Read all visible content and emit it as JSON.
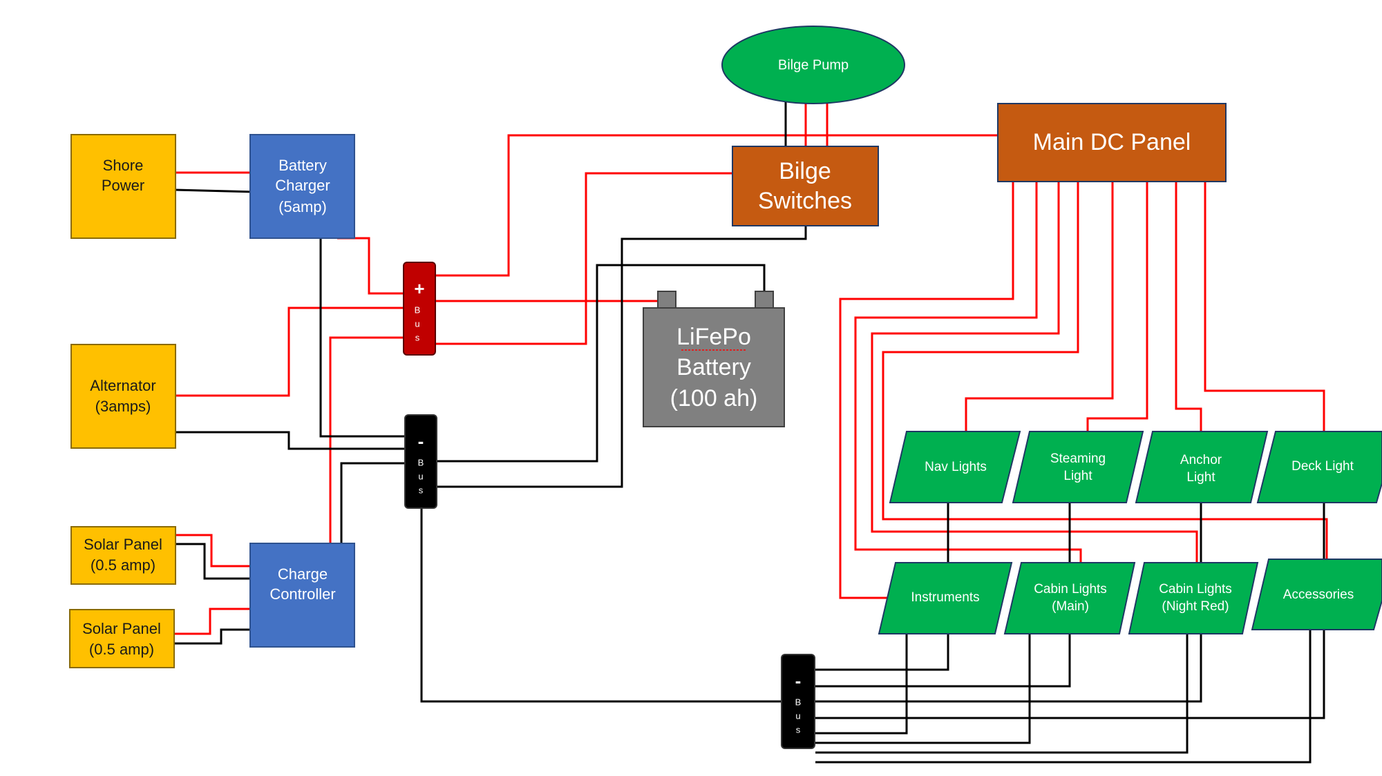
{
  "colors": {
    "source": "#ffc000",
    "converter": "#4472c4",
    "switch_panel": "#c55a11",
    "pump": "#00b050",
    "load": "#00b050",
    "battery": "#808080",
    "bus_positive": "#c00000",
    "bus_negative": "#000000",
    "positive_wire": "#ff0000",
    "negative_wire": "#000000"
  },
  "sources": {
    "shore_power": [
      "Shore",
      "Power"
    ],
    "alternator": [
      "Alternator",
      "(3amps)"
    ],
    "solar_panel_1": [
      "Solar Panel",
      "(0.5 amp)"
    ],
    "solar_panel_2": [
      "Solar Panel",
      "(0.5 amp)"
    ]
  },
  "converters": {
    "battery_charger": [
      "Battery",
      "Charger",
      "(5amp)"
    ],
    "charge_controller": [
      "Charge",
      "Controller"
    ]
  },
  "bilge_pump": "Bilge Pump",
  "bilge_switches": [
    "Bilge",
    "Switches"
  ],
  "main_dc_panel": "Main DC Panel",
  "battery": [
    "LiFePo",
    "Battery",
    "(100 ah)"
  ],
  "bus_positive": {
    "sign": "+",
    "letters": [
      "B",
      "u",
      "s"
    ]
  },
  "bus_negative": {
    "sign": "-",
    "letters": [
      "B",
      "u",
      "s"
    ]
  },
  "bus_negative_loads": {
    "sign": "-",
    "letters": [
      "B",
      "u",
      "s"
    ]
  },
  "loads": {
    "nav_lights": [
      "Nav Lights"
    ],
    "steaming_light": [
      "Steaming",
      "Light"
    ],
    "anchor_light": [
      "Anchor",
      "Light"
    ],
    "deck_light": [
      "Deck Light"
    ],
    "instruments": [
      "Instruments"
    ],
    "cabin_lights_main": [
      "Cabin Lights",
      "(Main)"
    ],
    "cabin_lights_night_red": [
      "Cabin Lights",
      "(Night Red)"
    ],
    "accessories": [
      "Accessories"
    ]
  }
}
